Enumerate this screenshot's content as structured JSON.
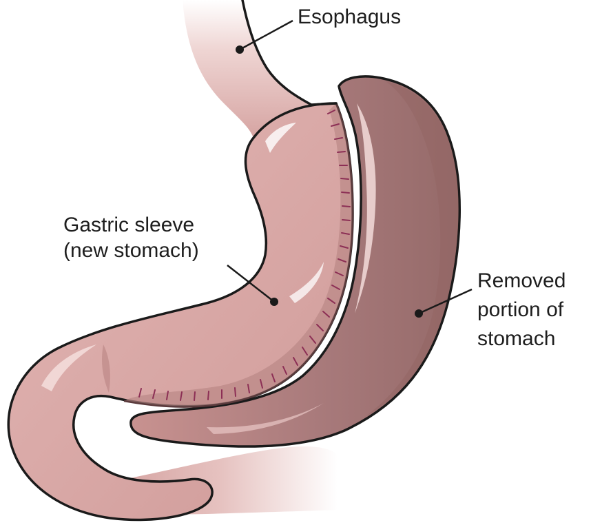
{
  "labels": {
    "esophagus": "Esophagus",
    "sleeve": {
      "line1": "Gastric sleeve",
      "line2": "(new stomach)"
    },
    "removed": {
      "line1": "Removed",
      "line2": "portion of",
      "line3": "stomach"
    }
  },
  "colors": {
    "tissue_light": "#ddafad",
    "tissue_mid": "#c88e8d",
    "tissue_dark": "#9f6f6d",
    "outline": "#1a1a1a",
    "staples": "#8c2f55",
    "text": "#1e1e1e"
  }
}
